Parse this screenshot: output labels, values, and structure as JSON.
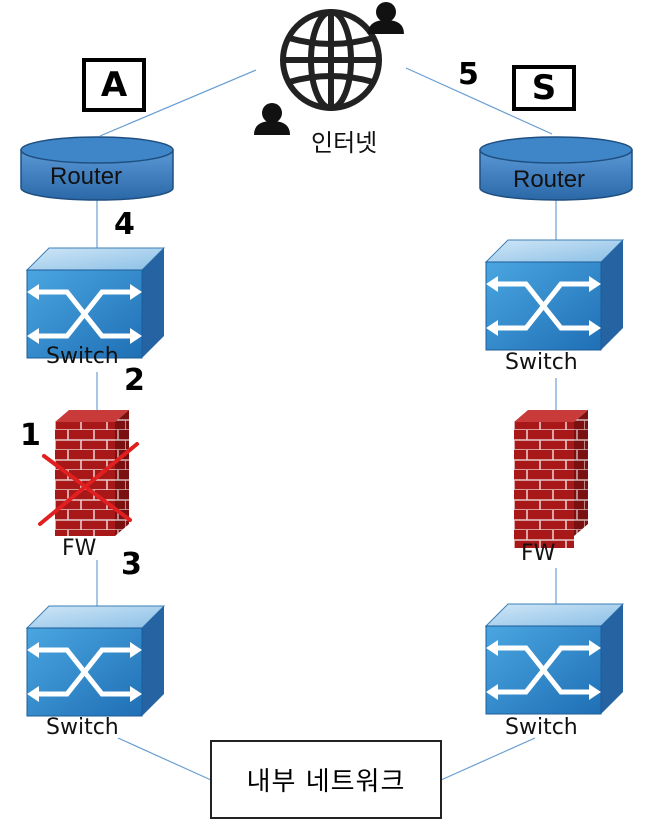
{
  "internet_label": "인터넷",
  "left": {
    "tag": "A",
    "router_label": "Router",
    "switch_top_label": "Switch",
    "firewall_label": "FW",
    "switch_bottom_label": "Switch",
    "firewall_disabled": true
  },
  "right": {
    "tag": "S",
    "router_label": "Router",
    "switch_top_label": "Switch",
    "firewall_label": "FW",
    "switch_bottom_label": "Switch",
    "firewall_disabled": false
  },
  "markers": [
    "1",
    "2",
    "3",
    "4",
    "5"
  ],
  "internal_network_label": "내부 네트워크",
  "colors": {
    "router": "#2e75b6",
    "link": "#6a9fd3",
    "switch": "#2f7fc0",
    "firewall": "#b81e1e",
    "cross": "#e02020"
  }
}
